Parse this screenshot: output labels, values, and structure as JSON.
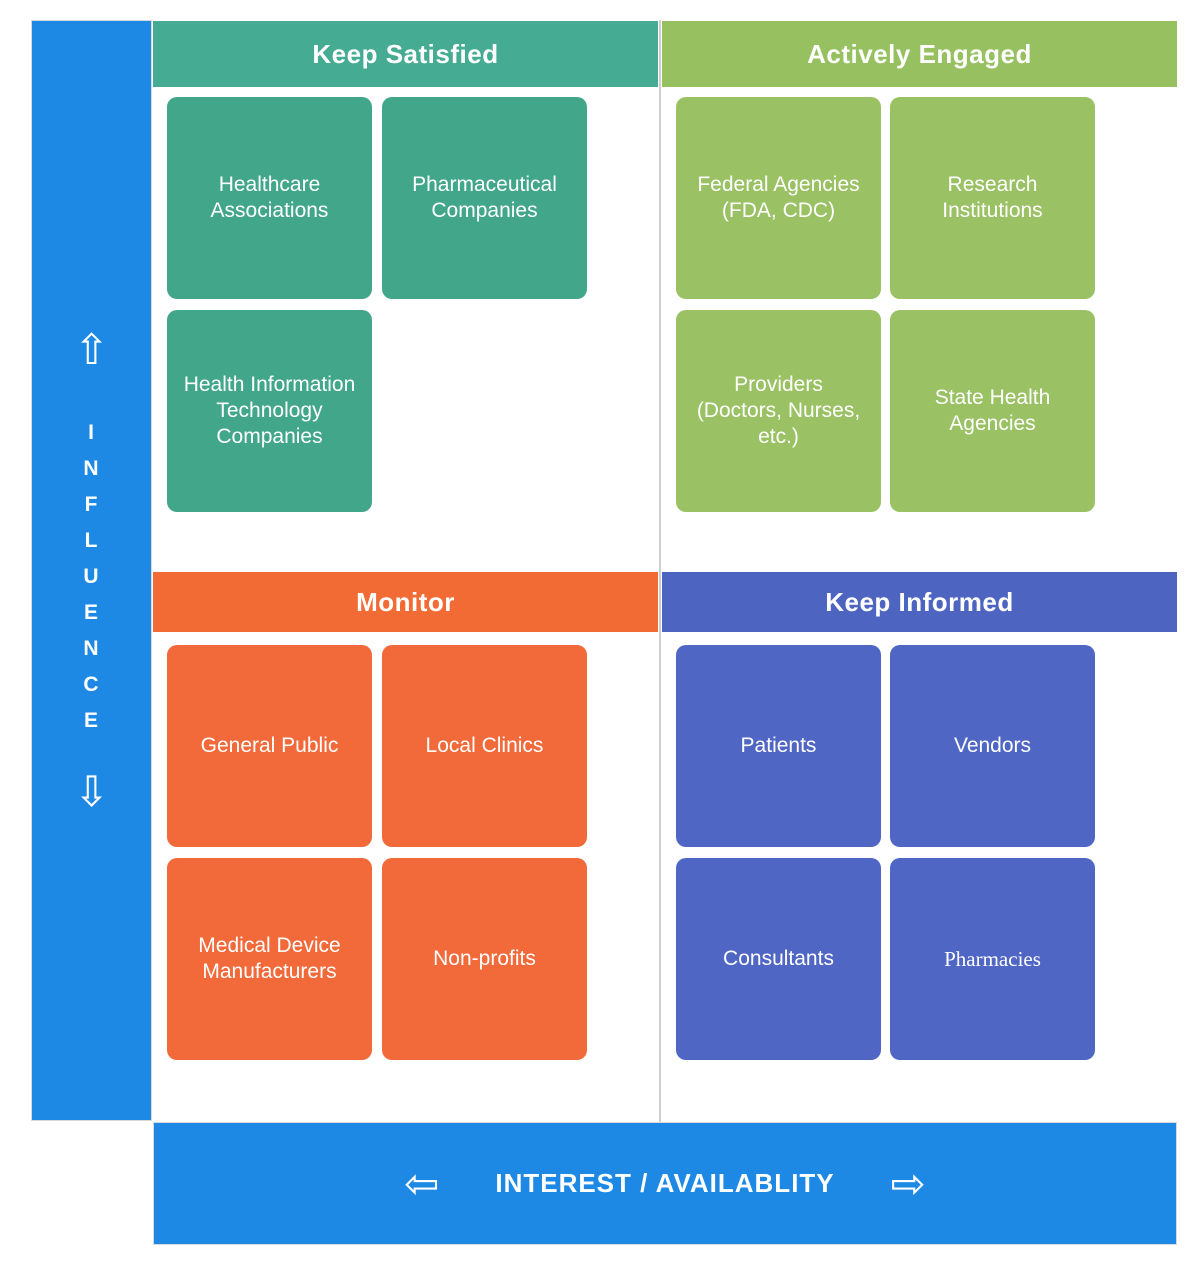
{
  "influence_axis": {
    "label": "INFLUENCE",
    "letters_text": "I\nN\nF\nL\nU\nE\nN\nC\nE",
    "up_arrow": "⇧",
    "down_arrow": "⇩",
    "color": "#1E88E5"
  },
  "quadrants": [
    {
      "title": "Keep Satisfied",
      "header_color": "#45AB92",
      "card_color": "#42A78A",
      "cards": [
        "Healthcare\nAssociations",
        "Pharmaceutical\nCompanies",
        "Health Information\nTechnology\nCompanies"
      ]
    },
    {
      "title": "Actively Engaged",
      "header_color": "#97C061",
      "card_color": "#9AC163",
      "cards": [
        "Federal Agencies\n(FDA, CDC)",
        "Research\nInstitutions",
        "Providers\n(Doctors, Nurses,\netc.)",
        "State Health\nAgencies"
      ]
    },
    {
      "title": "Monitor",
      "header_color": "#F26A34",
      "card_color": "#F2693A",
      "cards": [
        "General Public",
        "Local Clinics",
        "Medical Device\nManufacturers",
        "Non-profits"
      ]
    },
    {
      "title": "Keep Informed",
      "header_color": "#4D65C0",
      "card_color": "#4F66C4",
      "cards": [
        "Patients",
        "Vendors",
        "Consultants",
        "Pharmacies"
      ]
    }
  ],
  "interest_axis": {
    "label": "INTEREST / AVAILABLITY",
    "left_arrow": "⇦",
    "right_arrow": "⇨",
    "color": "#1E88E5"
  }
}
